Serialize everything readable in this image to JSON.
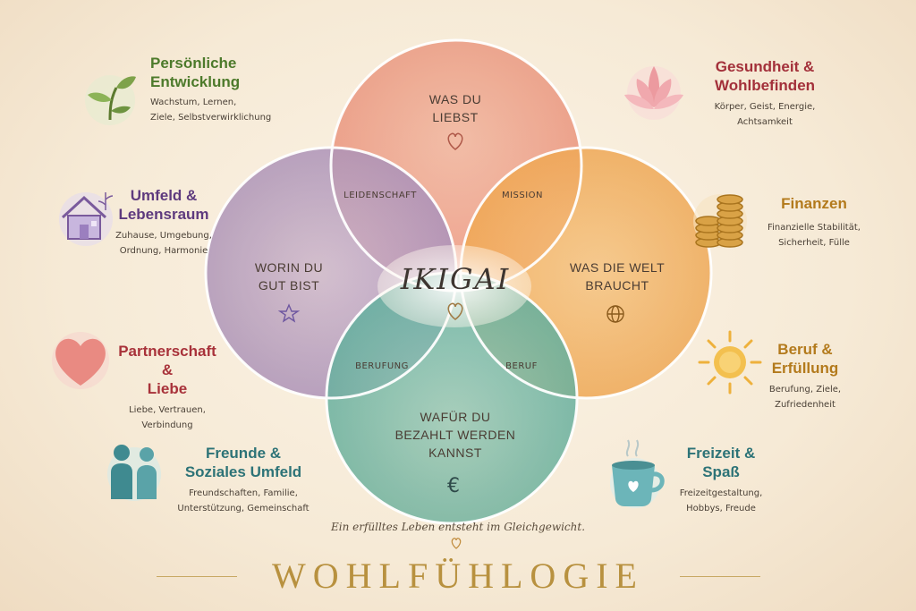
{
  "colors": {
    "love": "#f2a394",
    "good": "#b6a2d6",
    "world": "#f6b766",
    "paid": "#72c3bc",
    "green": "#4d7a2b",
    "plum": "#5e3a7e",
    "red": "#a8323a",
    "teal": "#2d7377",
    "wine": "#a3303a",
    "gold": "#b37a1c"
  },
  "venn": {
    "love": {
      "line1": "WAS DU",
      "line2": "LIEBST",
      "icon": "heart-outline-icon"
    },
    "good": {
      "line1": "WORIN DU",
      "line2": "GUT BIST",
      "icon": "star-outline-icon"
    },
    "world": {
      "line1": "WAS DIE WELT",
      "line2": "BRAUCHT",
      "icon": "globe-icon"
    },
    "paid": {
      "line1": "WAFÜR DU",
      "line2": "BEZAHLT WERDEN",
      "line3": "KANNST",
      "icon": "euro-icon"
    },
    "overlaps": {
      "passion": "LEIDENSCHAFT",
      "mission": "MISSION",
      "vocation": "BERUFUNG",
      "profession": "BERUF"
    },
    "center": {
      "label": "IKIGAI",
      "icon": "heart-outline-icon"
    }
  },
  "areas": {
    "growth": {
      "title_1": "Persönliche",
      "title_2": "Entwicklung",
      "sub_1": "Wachstum, Lernen,",
      "sub_2": "Ziele, Selbstverwirklichung",
      "icon": "sprout-icon"
    },
    "home": {
      "title_1": "Umfeld &",
      "title_2": "Lebensraum",
      "sub_1": "Zuhause, Umgebung,",
      "sub_2": "Ordnung, Harmonie",
      "icon": "house-icon"
    },
    "love": {
      "title_1": "Partnerschaft &",
      "title_2": "Liebe",
      "sub_1": "Liebe, Vertrauen,",
      "sub_2": "Verbindung",
      "icon": "heart-icon"
    },
    "friends": {
      "title_1": "Freunde &",
      "title_2": "Soziales Umfeld",
      "sub_1": "Freundschaften, Familie,",
      "sub_2": "Unterstützung, Gemeinschaft",
      "icon": "people-icon"
    },
    "health": {
      "title_1": "Gesundheit &",
      "title_2": "Wohlbefinden",
      "sub_1": "Körper, Geist, Energie,",
      "sub_2": "Achtsamkeit",
      "icon": "lotus-icon"
    },
    "finance": {
      "title_1": "Finanzen",
      "sub_1": "Finanzielle Stabilität,",
      "sub_2": "Sicherheit, Fülle",
      "icon": "coins-icon"
    },
    "career": {
      "title_1": "Beruf &",
      "title_2": "Erfüllung",
      "sub_1": "Berufung, Ziele,",
      "sub_2": "Zufriedenheit",
      "icon": "sun-icon"
    },
    "leisure": {
      "title_1": "Freizeit &",
      "title_2": "Spaß",
      "sub_1": "Freizeitgestaltung,",
      "sub_2": "Hobbys, Freude",
      "icon": "cup-icon"
    }
  },
  "footer": {
    "motto": "Ein erfülltes Leben entsteht im Gleichgewicht.",
    "brand": "WOHLFÜHLOGIE"
  }
}
